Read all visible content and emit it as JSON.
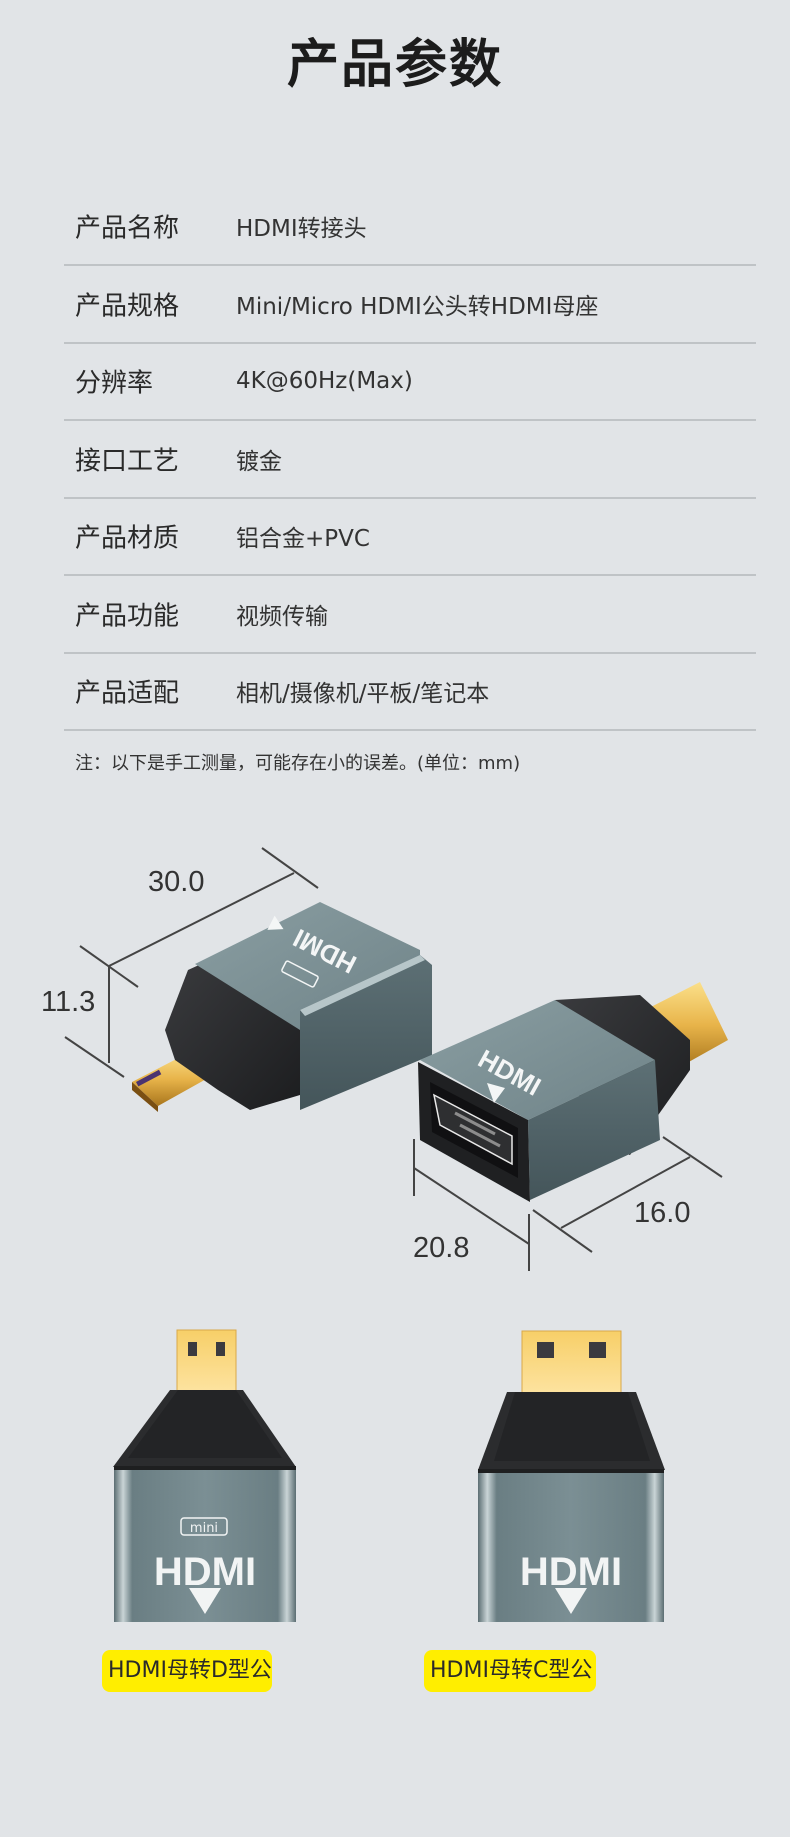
{
  "page": {
    "title": "产品参数",
    "background_color": "#e1e4e7"
  },
  "specs": {
    "rows": [
      {
        "label": "产品名称",
        "value": "HDMI转接头"
      },
      {
        "label": "产品规格",
        "value": "Mini/Micro HDMI公头转HDMI母座"
      },
      {
        "label": "分辨率",
        "value": "4K@60Hz(Max)"
      },
      {
        "label": "接口工艺",
        "value": "镀金"
      },
      {
        "label": "产品材质",
        "value": "铝合金+PVC"
      },
      {
        "label": "产品功能",
        "value": "视频传输"
      },
      {
        "label": "产品适配",
        "value": "相机/摄像机/平板/笔记本"
      }
    ],
    "note": "注：以下是手工测量，可能存在小的误差。(单位：mm)"
  },
  "dimensions": {
    "length": "30.0",
    "height": "11.3",
    "depth": "20.8",
    "width": "16.0",
    "unit": "mm"
  },
  "products": [
    {
      "name": "micro-hdmi-adapter",
      "logo_badge": "mini",
      "logo_text": "HDMI",
      "caption": "HDMI母转D型公"
    },
    {
      "name": "mini-hdmi-adapter",
      "logo_text": "HDMI",
      "caption": "HDMI母转C型公"
    }
  ],
  "colors": {
    "badge_yellow": "#ffee00",
    "body_gray": "#6e8388",
    "cap_black": "#2a2b2d",
    "gold": "#f2c55a",
    "divider": "#bfc3c6"
  }
}
